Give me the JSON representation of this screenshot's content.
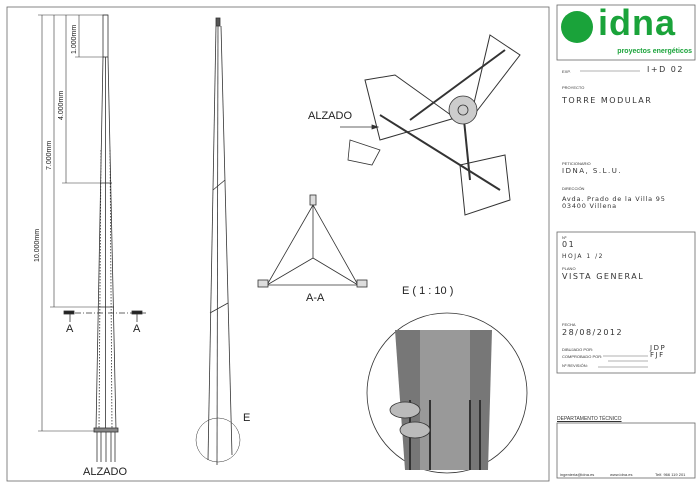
{
  "logo": {
    "brand": "idna",
    "tagline": "proyectos energéticos",
    "colors": {
      "green": "#1aa33a",
      "dark": "#555555"
    }
  },
  "title_block": {
    "exp_label": "EXP.",
    "exp_value": "I+D 02",
    "proyecto_label": "PROYECTO",
    "proyecto_value": "TORRE MODULAR",
    "peticionario_label": "PETICIONARIO",
    "peticionario_value": "IDNA, S.L.U.",
    "direccion_label": "DIRECCIÓN",
    "direccion_line1": "Avda. Prado de la Villa 95",
    "direccion_line2": "03400 Villena",
    "numero_label": "Nº",
    "numero_value": "01",
    "hoja": "HOJA 1 /2",
    "plano_label": "PLANO",
    "plano_value": "VISTA GENERAL",
    "fecha_label": "FECHA",
    "fecha_value": "28/08/2012",
    "dibujado_label": "DIBUJADO POR:",
    "dibujado_value": "JDP",
    "comprobado_label": "COMPROBADO POR:",
    "comprobado_value": "FJF",
    "revision_label": "Nº REVISIÓN:",
    "departamento": "DEPARTAMENTO TÉCNICO",
    "email": "ingenieria@idna.es",
    "web": "www.idna.es",
    "tel": "Telf. 966 119 201"
  },
  "drawing": {
    "dims": [
      "10.000mm",
      "7.000mm",
      "4.000mm",
      "1.000mm"
    ],
    "section_mark": "A",
    "elevation_label": "ALZADO",
    "plan_arrow_label": "ALZADO",
    "section_label": "A-A",
    "detail_mark": "E",
    "detail_label": "E ( 1 : 10 )"
  }
}
